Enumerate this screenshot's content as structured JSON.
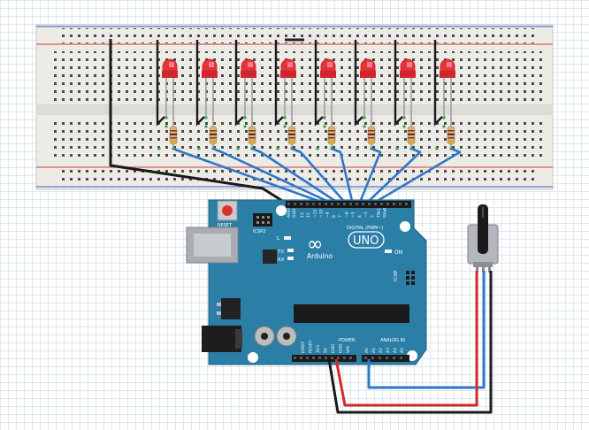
{
  "board": {
    "reset_label": "RESET",
    "icsp2_label": "ICSP2",
    "icsp_label": "ICSP",
    "aref_label": "AREF",
    "gnd_label": "GND",
    "digital_label": "DIGITAL (PWM~)",
    "digital_pins": [
      "13",
      "12",
      "~11",
      "~10",
      "~9",
      "8",
      "7",
      "~6",
      "~5",
      "4",
      "~3",
      "2",
      "TX▸1",
      "RX◂0"
    ],
    "l_label": "L",
    "tx_label": "TX",
    "rx_label": "RX",
    "on_label": "ON",
    "logo_text": "∞",
    "uno_label": "UNO",
    "brand_label": "Arduino",
    "power_label": "POWER",
    "power_pins": [
      "IOREF",
      "RESET",
      "3V3",
      "5V",
      "GND",
      "GND",
      "VIN"
    ],
    "analog_label": "ANALOG IN",
    "analog_pins": [
      "A0",
      "A1",
      "A2",
      "A3",
      "A4",
      "A5"
    ]
  },
  "colors": {
    "board": "#2b7fa6",
    "led": "#e8323a",
    "wire_blue": "#2f78c8",
    "wire_red": "#d42a2a",
    "wire_black": "#1a1a1a",
    "breadboard": "#ecebe6",
    "rail_red": "#e05a5a",
    "rail_blue": "#5b78d4"
  },
  "icons": {
    "logo": "arduino-infinity-logo",
    "potentiometer": "rotary-potentiometer-icon",
    "led": "red-led-icon",
    "resistor": "resistor-icon"
  }
}
